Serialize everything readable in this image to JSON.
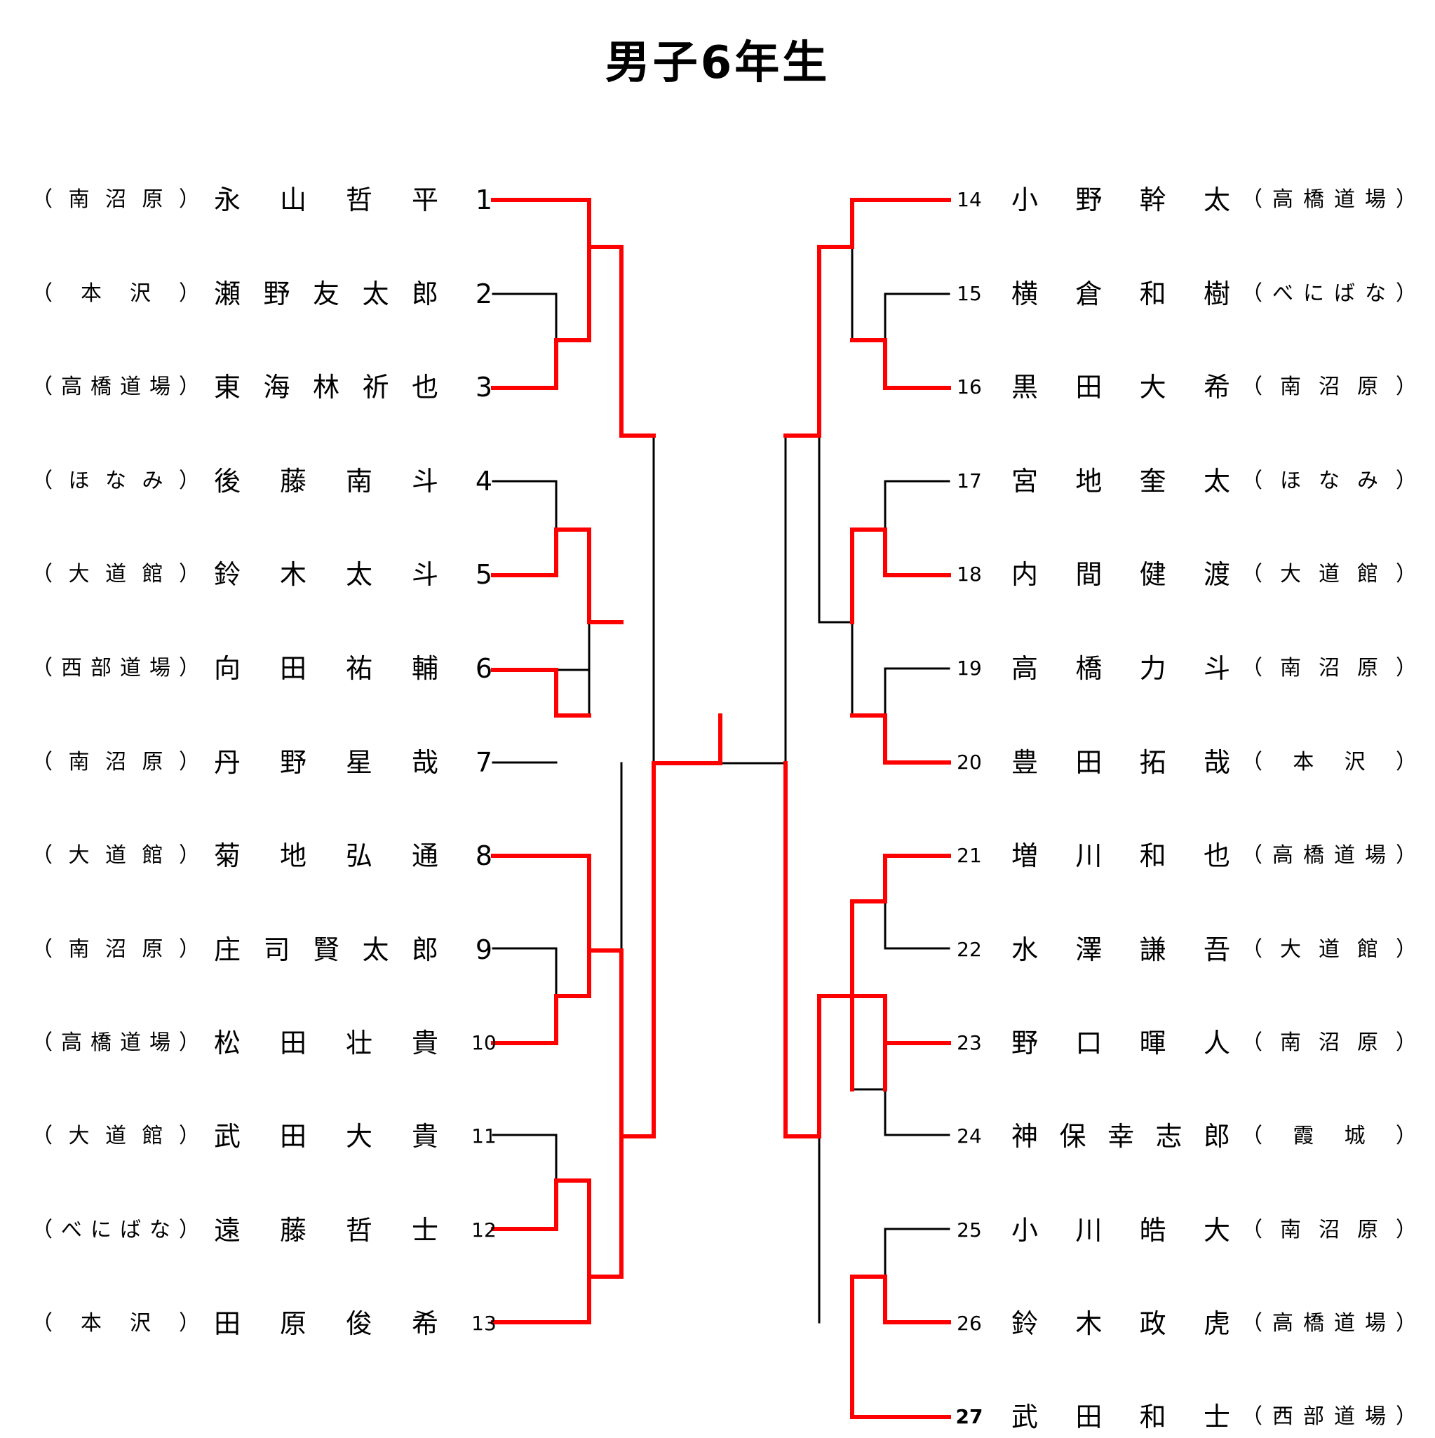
{
  "title": "男子6年生",
  "left": [
    {
      "seed": "1",
      "name": "永山哲平",
      "club": "（南沼原）"
    },
    {
      "seed": "2",
      "name": "瀬野友太郎",
      "club": "（本沢）"
    },
    {
      "seed": "3",
      "name": "東海林祈也",
      "club": "（高橋道場）"
    },
    {
      "seed": "4",
      "name": "後藤南斗",
      "club": "（ほなみ）"
    },
    {
      "seed": "5",
      "name": "鈴木太斗",
      "club": "（大道館）"
    },
    {
      "seed": "6",
      "name": "向田祐輔",
      "club": "（西部道場）"
    },
    {
      "seed": "7",
      "name": "丹野星哉",
      "club": "（南沼原）"
    },
    {
      "seed": "8",
      "name": "菊地弘通",
      "club": "（大道館）"
    },
    {
      "seed": "9",
      "name": "庄司賢太郎",
      "club": "（南沼原）"
    },
    {
      "seed": "10",
      "name": "松田壮貴",
      "club": "（高橋道場）"
    },
    {
      "seed": "11",
      "name": "武田大貴",
      "club": "（大道館）"
    },
    {
      "seed": "12",
      "name": "遠藤哲士",
      "club": "（べにばな）"
    },
    {
      "seed": "13",
      "name": "田原俊希",
      "club": "（本沢）"
    }
  ],
  "right": [
    {
      "seed": "14",
      "name": "小野幹太",
      "club": "（高橋道場）"
    },
    {
      "seed": "15",
      "name": "横倉和樹",
      "club": "（べにばな）"
    },
    {
      "seed": "16",
      "name": "黒田大希",
      "club": "（南沼原）"
    },
    {
      "seed": "17",
      "name": "宮地奎太",
      "club": "（ほなみ）"
    },
    {
      "seed": "18",
      "name": "内間健渡",
      "club": "（大道館）"
    },
    {
      "seed": "19",
      "name": "高橋力斗",
      "club": "（南沼原）"
    },
    {
      "seed": "20",
      "name": "豊田拓哉",
      "club": "（本沢）"
    },
    {
      "seed": "21",
      "name": "増川和也",
      "club": "（高橋道場）"
    },
    {
      "seed": "22",
      "name": "水澤謙吾",
      "club": "（大道館）"
    },
    {
      "seed": "23",
      "name": "野口暉人",
      "club": "（南沼原）"
    },
    {
      "seed": "24",
      "name": "神保幸志郎",
      "club": "（霞城）"
    },
    {
      "seed": "25",
      "name": "小川皓大",
      "club": "（南沼原）"
    },
    {
      "seed": "26",
      "name": "鈴木政虎",
      "club": "（高橋道場）"
    },
    {
      "seed": "27",
      "name": "武田和士",
      "club": "（西部道場）"
    }
  ],
  "colors": {
    "winner_line": "#ff0000",
    "bracket_line": "#000000",
    "text": "#000000"
  }
}
